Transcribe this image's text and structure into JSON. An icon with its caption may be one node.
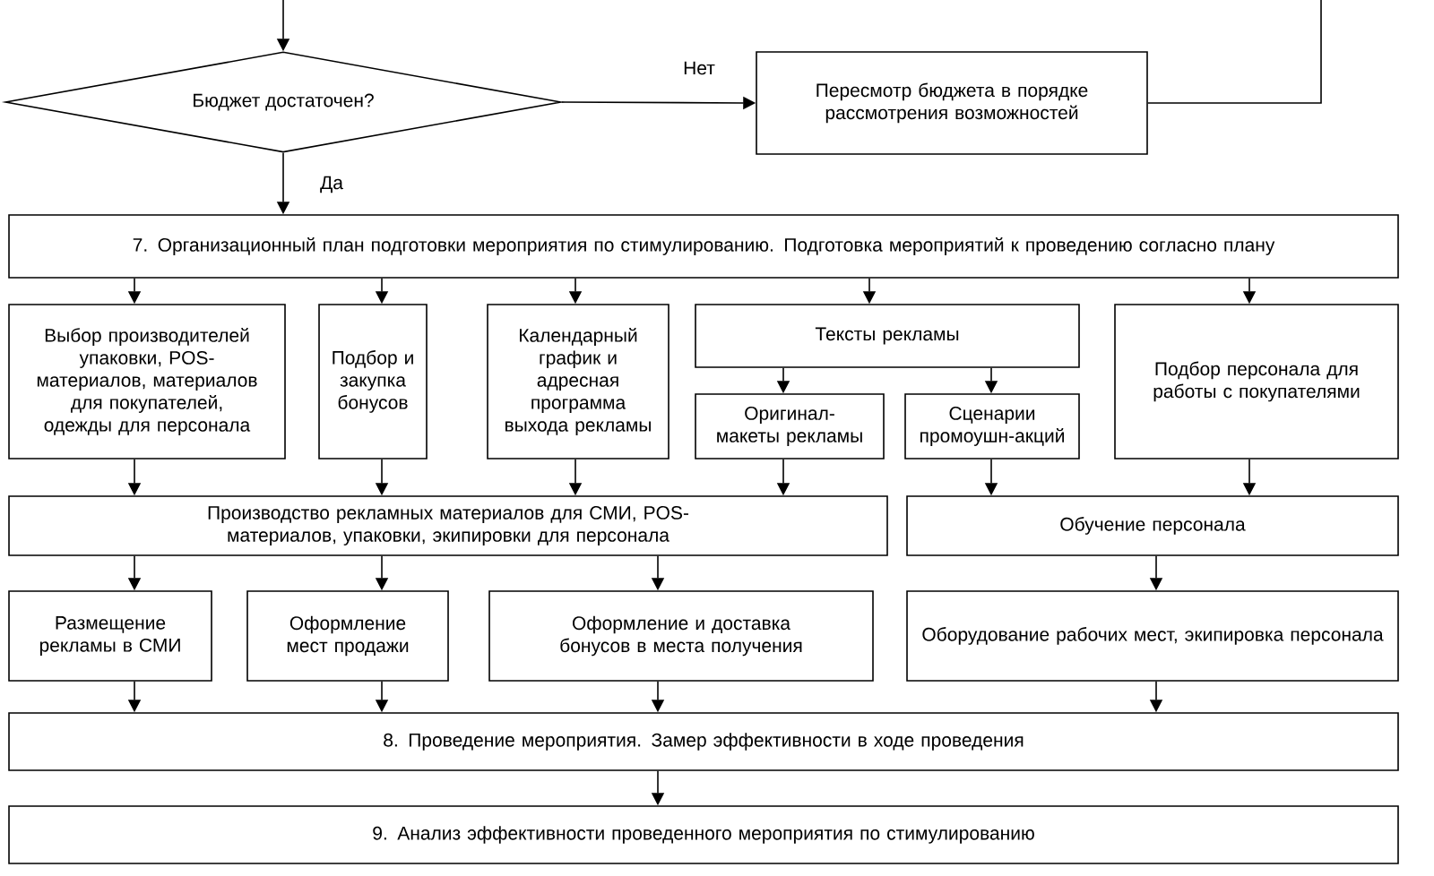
{
  "diagram": {
    "nodes": [
      {
        "text": [
          "Бюджет достаточен?"
        ]
      },
      {
        "text": [
          "Пересмотр бюджета в порядке рассмотрения возможностей"
        ]
      },
      {
        "text": [
          "7. Организационный план подготовки мероприятия по стимулированию. Подготовка мероприятий к проведению согласно плану"
        ]
      },
      {
        "text": [
          "Выбор производителей упаковки, POS-материалов, материалов для покупателей, одежды для персонала"
        ]
      },
      {
        "text": [
          "Подбор и закупка бонусов"
        ]
      },
      {
        "text": [
          "Календарный график и адресная программа выхода рекламы"
        ]
      },
      {
        "text": [
          "Тексты рекламы"
        ]
      },
      {
        "text": [
          "Подбор персонала для работы с покупателями"
        ]
      },
      {
        "text": [
          "Оригинал-макеты рекламы"
        ]
      },
      {
        "text": [
          "Сценарии промоушн-акций"
        ]
      },
      {
        "text": [
          "Производство рекламных материалов для СМИ, POS-материалов, упаковки, экипировки для персонала"
        ]
      },
      {
        "text": [
          "Обучение персонала"
        ]
      },
      {
        "text": [
          "Размещение рекламы в СМИ"
        ]
      },
      {
        "text": [
          "Оформление мест продажи"
        ]
      },
      {
        "text": [
          "Оформление и доставка бонусов в места получения"
        ]
      },
      {
        "text": [
          "Оборудование рабочих мест, экипировка персонала"
        ]
      },
      {
        "text": [
          "8. Проведение мероприятия. Замер эффективности в ходе проведения"
        ]
      },
      {
        "text": [
          "9. Анализ эффективности проведенного мероприятия по стимулированию"
        ]
      }
    ],
    "edges": [
      {
        "from": null,
        "to": 0,
        "arrow": "to"
      },
      {
        "from": 0,
        "to": 1,
        "arrow": "to",
        "label": "Нет"
      },
      {
        "from": 1,
        "to": null,
        "arrow": "none"
      },
      {
        "from": 0,
        "to": 2,
        "arrow": "to",
        "label": "Да"
      },
      {
        "from": 2,
        "to": 3,
        "arrow": "to"
      },
      {
        "from": 2,
        "to": 4,
        "arrow": "to"
      },
      {
        "from": 2,
        "to": 5,
        "arrow": "to"
      },
      {
        "from": 2,
        "to": 6,
        "arrow": "to"
      },
      {
        "from": 2,
        "to": 7,
        "arrow": "to"
      },
      {
        "from": 6,
        "to": 8,
        "arrow": "to"
      },
      {
        "from": 6,
        "to": 9,
        "arrow": "to"
      },
      {
        "from": 3,
        "to": 10,
        "arrow": "to"
      },
      {
        "from": 4,
        "to": 10,
        "arrow": "to"
      },
      {
        "from": 5,
        "to": 10,
        "arrow": "to"
      },
      {
        "from": 8,
        "to": 10,
        "arrow": "to"
      },
      {
        "from": 9,
        "to": 11,
        "arrow": "to"
      },
      {
        "from": 7,
        "to": 11,
        "arrow": "to"
      },
      {
        "from": 10,
        "to": 12,
        "arrow": "to"
      },
      {
        "from": 10,
        "to": 13,
        "arrow": "to"
      },
      {
        "from": 10,
        "to": 14,
        "arrow": "to"
      },
      {
        "from": 11,
        "to": 15,
        "arrow": "to"
      },
      {
        "from": 12,
        "to": 16,
        "arrow": "to"
      },
      {
        "from": 13,
        "to": 16,
        "arrow": "to"
      },
      {
        "from": 14,
        "to": 16,
        "arrow": "to"
      },
      {
        "from": 15,
        "to": 16,
        "arrow": "to"
      },
      {
        "from": 16,
        "to": 17,
        "arrow": "to"
      }
    ]
  }
}
